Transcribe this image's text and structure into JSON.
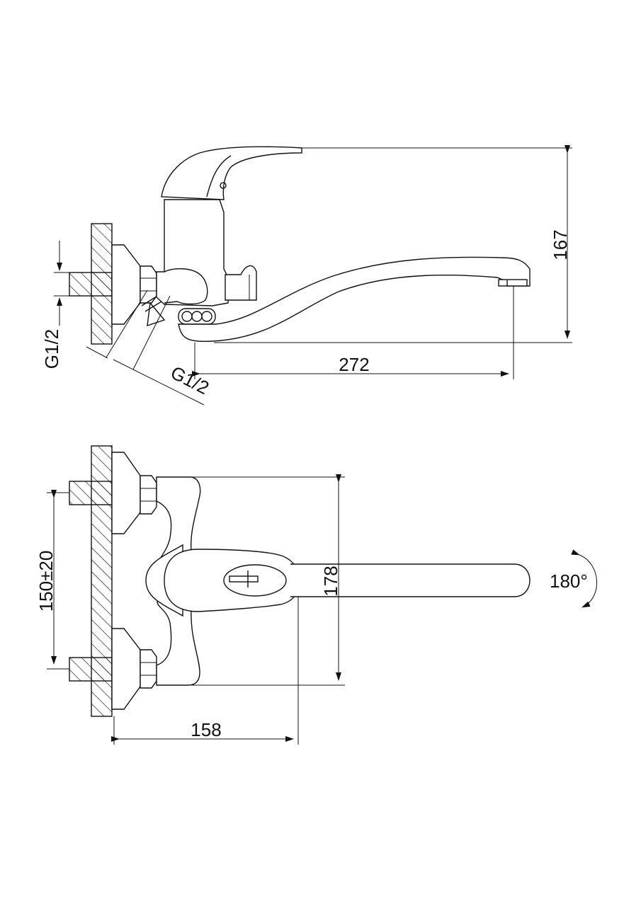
{
  "side_view": {
    "dim_height": "167",
    "dim_reach": "272",
    "thread_left": "G1/2",
    "thread_diag": "G1/2"
  },
  "top_view": {
    "dim_centers": "150±20",
    "dim_height": "178",
    "dim_depth": "158",
    "rotation": "180°"
  },
  "colors": {
    "line": "#111111",
    "background": "#ffffff"
  }
}
